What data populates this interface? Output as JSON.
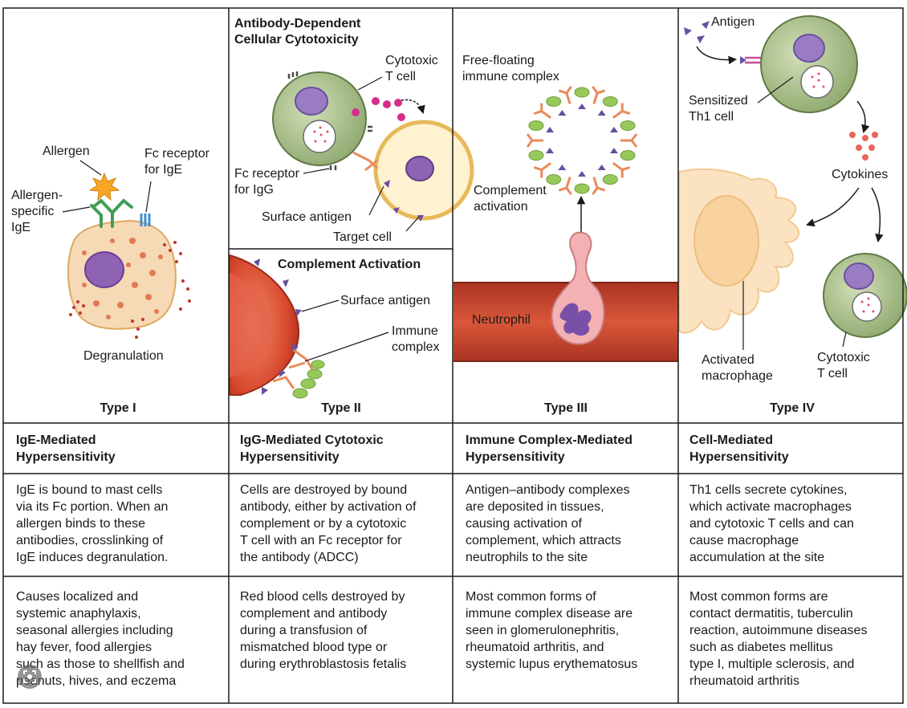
{
  "colors": {
    "border": "#1a1a1a",
    "mast_cell": "#f6d9b5",
    "nucleus": "#8e63b3",
    "cell_green": "#a9bf86",
    "rbc_red": "#d8482d",
    "vessel_red": "#c7402c",
    "antibody_orange": "#e88a5a",
    "antigen_purple": "#6a4fa1",
    "complement_green": "#97c95a",
    "macrophage": "#fbe3c2"
  },
  "type1": {
    "labels": {
      "allergen": "Allergen",
      "fc_receptor": [
        "Fc receptor",
        "for IgE"
      ],
      "allergen_specific": [
        "Allergen-",
        "specific",
        "IgE"
      ],
      "degranulation": "Degranulation"
    },
    "type": "Type I",
    "title": [
      "IgE-Mediated",
      "Hypersensitivity"
    ],
    "mechanism": [
      "IgE is bound to mast cells",
      "via its Fc portion. When an",
      "allergen binds to these",
      "antibodies, crosslinking of",
      "IgE induces degranulation."
    ],
    "examples": [
      "Causes localized and",
      "systemic anaphylaxis,",
      "seasonal allergies including",
      "hay fever, food allergies",
      "such as those to shellfish and",
      "peanuts, hives, and eczema"
    ]
  },
  "type2": {
    "adcc_title": [
      "Antibody-Dependent",
      "Cellular Cytotoxicity"
    ],
    "labels": {
      "cytotoxic": [
        "Cytotoxic",
        "T cell"
      ],
      "fc_igg": [
        "Fc receptor",
        "for IgG"
      ],
      "surface_antigen": "Surface antigen",
      "target_cell": "Target cell"
    },
    "complement_title": "Complement Activation",
    "complement_labels": {
      "surface_antigen": "Surface antigen",
      "immune_complex": [
        "Immune",
        "complex"
      ]
    },
    "type": "Type II",
    "title": [
      "IgG-Mediated Cytotoxic",
      "Hypersensitivity"
    ],
    "mechanism": [
      "Cells are destroyed by bound",
      "antibody, either by activation of",
      "complement or by a cytotoxic",
      "T cell with an Fc receptor for",
      "the antibody (ADCC)"
    ],
    "examples": [
      "Red blood cells destroyed by",
      "complement and antibody",
      "during a transfusion of",
      "mismatched blood type or",
      "during erythroblastosis fetalis"
    ]
  },
  "type3": {
    "labels": {
      "free_floating": [
        "Free-floating",
        "immune complex"
      ],
      "complement_activation": [
        "Complement",
        "activation"
      ],
      "neutrophil": "Neutrophil"
    },
    "type": "Type III",
    "title": [
      "Immune Complex-Mediated",
      "Hypersensitivity"
    ],
    "mechanism": [
      "Antigen–antibody complexes",
      "are deposited in tissues,",
      "causing activation of",
      "complement, which attracts",
      "neutrophils to the site"
    ],
    "examples": [
      "Most common forms of",
      "immune complex disease are",
      "seen in glomerulonephritis,",
      "rheumatoid arthritis, and",
      "systemic lupus erythematosus"
    ]
  },
  "type4": {
    "labels": {
      "antigen": "Antigen",
      "sensitized": [
        "Sensitized",
        "Th1 cell"
      ],
      "cytokines": "Cytokines",
      "activated_macrophage": [
        "Activated",
        "macrophage"
      ],
      "cytotoxic": [
        "Cytotoxic",
        "T cell"
      ]
    },
    "type": "Type IV",
    "title": [
      "Cell-Mediated",
      "Hypersensitivity"
    ],
    "mechanism": [
      "Th1 cells secrete cytokines,",
      "which activate macrophages",
      "and cytotoxic T cells and can",
      "cause macrophage",
      "accumulation at the site"
    ],
    "examples": [
      "Most common forms are",
      "contact dermatitis, tuberculin",
      "reaction, autoimmune diseases",
      "such as diabetes mellitus",
      "type I, multiple sclerosis, and",
      "rheumatoid arthritis"
    ]
  }
}
